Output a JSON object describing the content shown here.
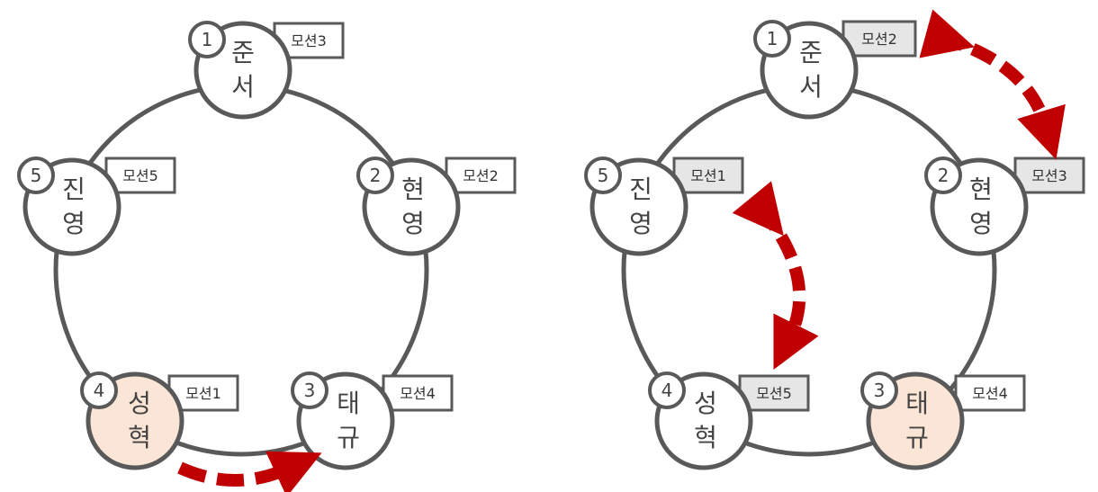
{
  "colors": {
    "ring": "#595959",
    "node_fill": "#ffffff",
    "node_highlight": "#fbe5d6",
    "tag_fill": "#ffffff",
    "tag_fill_gray": "#e6e6e6",
    "arrow": "#c00000"
  },
  "left": {
    "nodes": [
      {
        "num": "1",
        "line1": "준",
        "line2": "서",
        "tag": "모션3",
        "highlight": false
      },
      {
        "num": "2",
        "line1": "현",
        "line2": "영",
        "tag": "모션2",
        "highlight": false
      },
      {
        "num": "3",
        "line1": "태",
        "line2": "규",
        "tag": "모션4",
        "highlight": false
      },
      {
        "num": "4",
        "line1": "성",
        "line2": "혁",
        "tag": "모션1",
        "highlight": true
      },
      {
        "num": "5",
        "line1": "진",
        "line2": "영",
        "tag": "모션5",
        "highlight": false
      }
    ]
  },
  "right": {
    "nodes": [
      {
        "num": "1",
        "line1": "준",
        "line2": "서",
        "tag": "모션2",
        "highlight": false
      },
      {
        "num": "2",
        "line1": "현",
        "line2": "영",
        "tag": "모션3",
        "highlight": false
      },
      {
        "num": "3",
        "line1": "태",
        "line2": "규",
        "tag": "모션4",
        "highlight": true
      },
      {
        "num": "4",
        "line1": "성",
        "line2": "혁",
        "tag": "모션5",
        "highlight": false
      },
      {
        "num": "5",
        "line1": "진",
        "line2": "영",
        "tag": "모션1",
        "highlight": false
      }
    ]
  }
}
